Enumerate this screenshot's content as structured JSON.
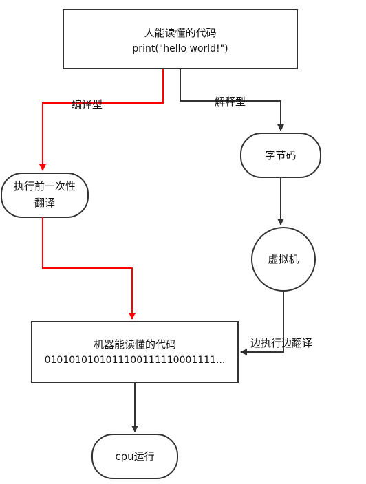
{
  "nodes": {
    "source": {
      "line1": "人能读懂的代码",
      "line2": "print(\"hello world!\")"
    },
    "bytecode": {
      "label": "字节码"
    },
    "precompile": {
      "line1": "执行前一次性",
      "line2": "翻译"
    },
    "vm": {
      "label": "虚拟机"
    },
    "machine": {
      "line1": "机器能读懂的代码",
      "line2": "0101010101011100111110001111..."
    },
    "cpu": {
      "label": "cpu运行"
    }
  },
  "edges": {
    "compiled": {
      "label": "编译型",
      "color": "#ff0000"
    },
    "interpreted": {
      "label": "解释型",
      "color": "#333333"
    },
    "translate_while_running": {
      "label": "边执行边翻译"
    }
  }
}
